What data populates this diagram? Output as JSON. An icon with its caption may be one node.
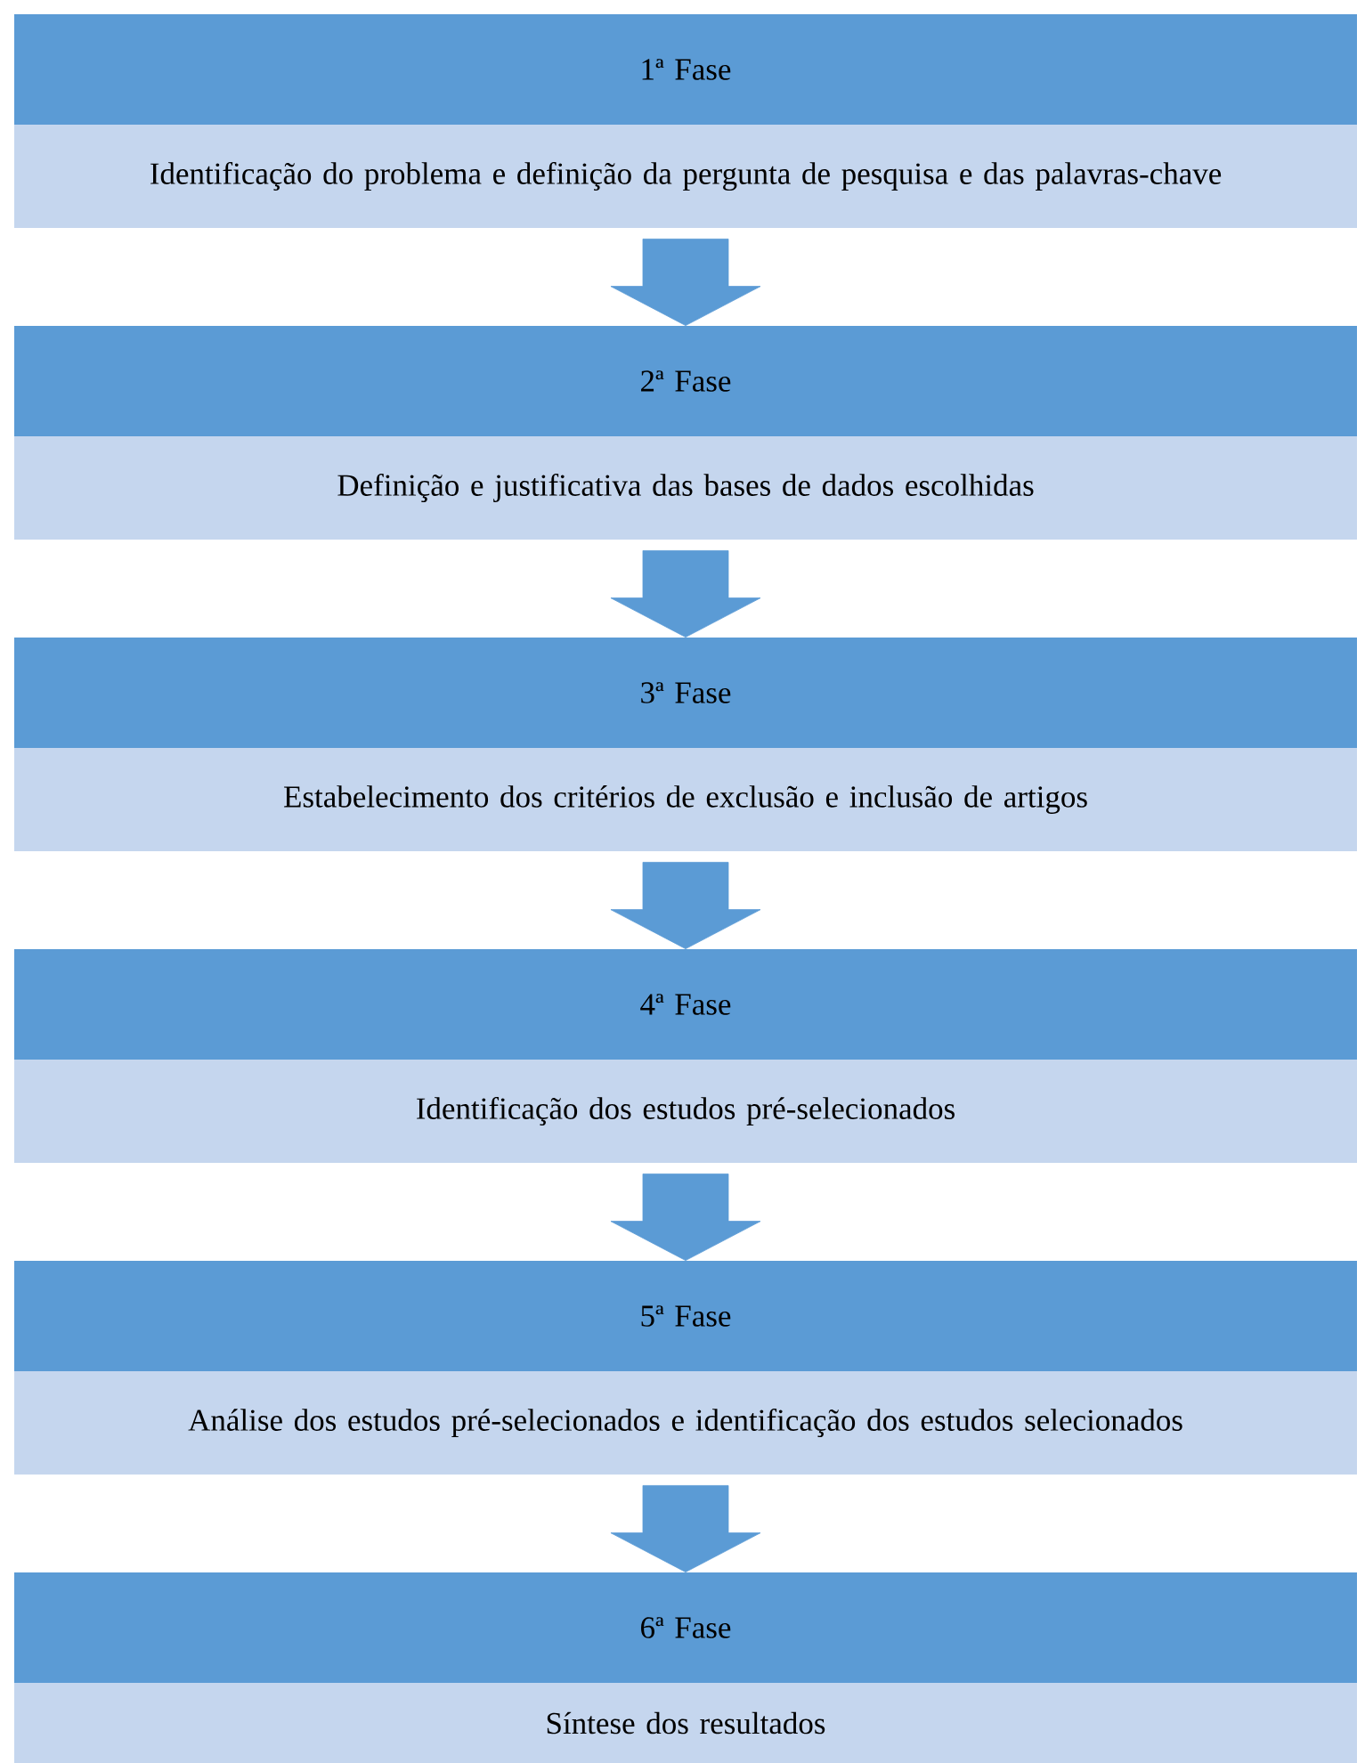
{
  "diagram": {
    "nodes": [
      {
        "text": [
          "1ª Fase",
          "Identificação do problema e definição da pergunta de pesquisa e das palavras-chave"
        ]
      },
      {
        "text": [
          "2ª Fase",
          "Definição e justificativa das bases de dados escolhidas"
        ]
      },
      {
        "text": [
          "3ª Fase",
          "Estabelecimento dos critérios de exclusão e inclusão de artigos"
        ]
      },
      {
        "text": [
          "4ª Fase",
          "Identificação dos estudos pré-selecionados"
        ]
      },
      {
        "text": [
          "5ª Fase",
          "Análise dos estudos pré-selecionados e identificação dos estudos selecionados"
        ]
      },
      {
        "text": [
          "6ª Fase",
          "Síntese dos resultados"
        ]
      }
    ],
    "edges": [
      {
        "from": 0,
        "to": 1,
        "arrow": "to"
      },
      {
        "from": 1,
        "to": 2,
        "arrow": "to"
      },
      {
        "from": 2,
        "to": 3,
        "arrow": "to"
      },
      {
        "from": 3,
        "to": 4,
        "arrow": "to"
      },
      {
        "from": 4,
        "to": 5,
        "arrow": "to"
      }
    ]
  }
}
